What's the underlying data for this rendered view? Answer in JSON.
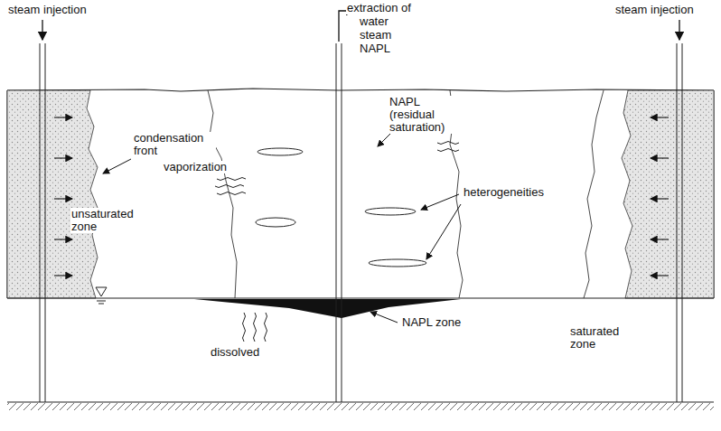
{
  "diagram": {
    "labels": [
      "steam injection",
      "extraction of",
      "water",
      "steam",
      "NAPL",
      "steam injection",
      "condensation front",
      "vaporization",
      "unsaturated zone",
      "NAPL (residual saturation)",
      "heterogeneities",
      "NAPL zone",
      "dissolved",
      "saturated zone"
    ]
  }
}
